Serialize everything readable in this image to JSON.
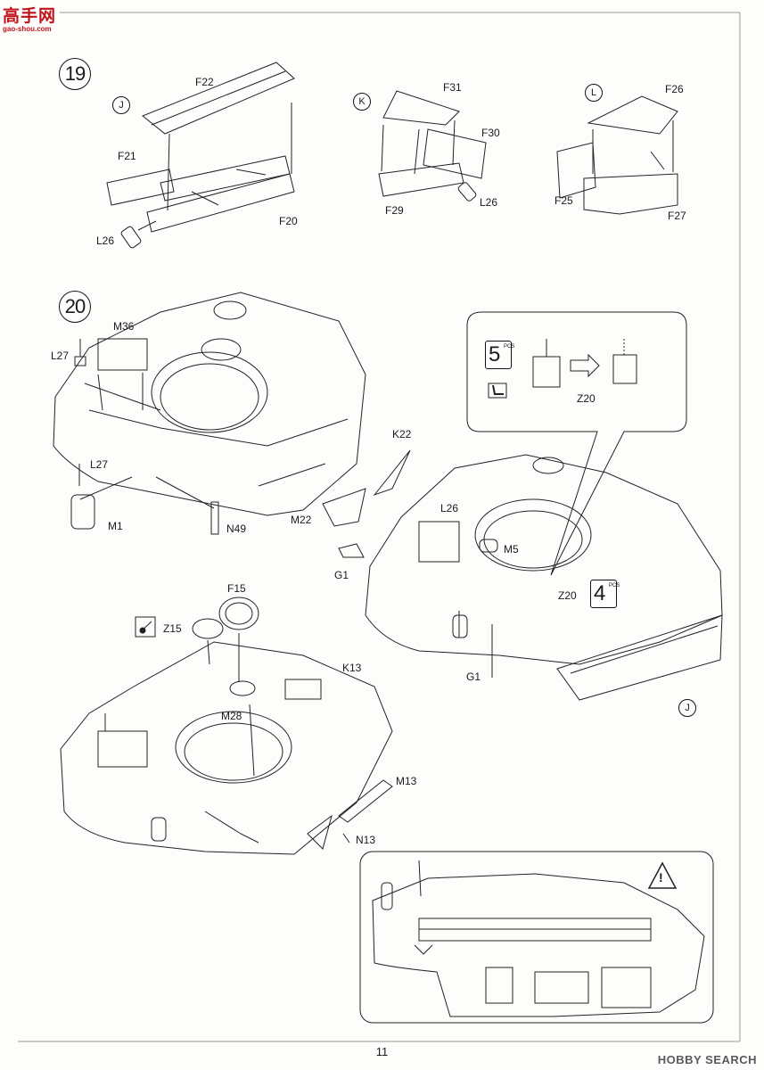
{
  "header": {
    "logo_main": "高手网",
    "logo_sub": "gao-shou.com"
  },
  "steps": [
    {
      "number": "19",
      "subassemblies": [
        "J",
        "K",
        "L"
      ]
    },
    {
      "number": "20"
    }
  ],
  "parts": {
    "step19_j": [
      "F22",
      "F21",
      "F20",
      "L26"
    ],
    "step19_k": [
      "F31",
      "F30",
      "F29",
      "L26"
    ],
    "step19_l": [
      "F26",
      "F25",
      "F27"
    ],
    "step20_a": [
      "M36",
      "L27",
      "L27",
      "M1",
      "N49",
      "M22",
      "K22"
    ],
    "step20_b": [
      "L26",
      "M5",
      "G1",
      "G1",
      "Z20",
      "J"
    ],
    "step20_c": [
      "F15",
      "Z15",
      "K13",
      "M28",
      "M13",
      "N13"
    ]
  },
  "inset": {
    "pcs_top": "5",
    "pcs_label": "PCS",
    "part": "Z20"
  },
  "pcs_bottom": "4",
  "warning_symbol": "!",
  "footer": {
    "page_number": "11",
    "brand": "HOBBY SEARCH"
  }
}
